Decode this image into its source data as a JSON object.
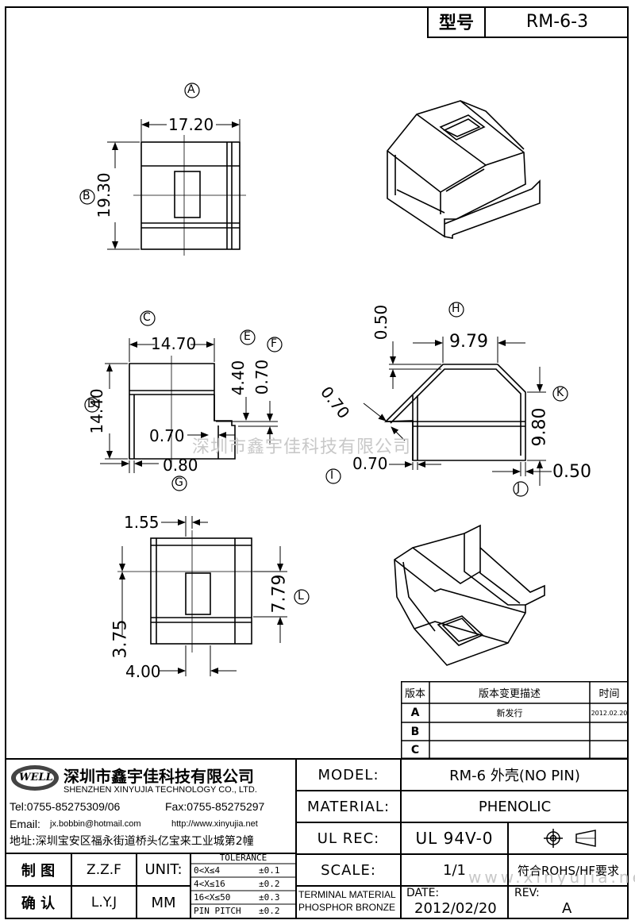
{
  "header": {
    "type_label": "型号",
    "type_value": "RM-6-3"
  },
  "views": {
    "A": "A",
    "B": "B",
    "C": "C",
    "D": "D",
    "E": "E",
    "F": "F",
    "G": "G",
    "H": "H",
    "I": "I",
    "J": "J",
    "K": "K",
    "L": "L"
  },
  "dims": {
    "d1720": "17.20",
    "d1930": "19.30",
    "d1470": "14.70",
    "d1440": "14.40",
    "d440": "4.40",
    "d070a": "0.70",
    "d070b": "0.70",
    "d080": "0.80",
    "d050a": "0.50",
    "d979": "9.79",
    "d070c": "0.70",
    "d980": "9.80",
    "d070d": "0.70",
    "d050b": "0.50",
    "d155": "1.55",
    "d779": "7.79",
    "d375": "3.75",
    "d400": "4.00"
  },
  "watermark": {
    "text1": "深圳市鑫宇佳科技有限公司",
    "text2": "www.xinyujia.net"
  },
  "revision": {
    "headers": [
      "版本",
      "版本变更描述",
      "时间"
    ],
    "rows": [
      {
        "ver": "A",
        "desc": "新发行",
        "date": "2012.02.20"
      },
      {
        "ver": "B",
        "desc": "",
        "date": ""
      },
      {
        "ver": "C",
        "desc": "",
        "date": ""
      }
    ]
  },
  "company": {
    "logo": "WELL",
    "name_cn": "深圳市鑫宇佳科技有限公司",
    "name_en": "SHENZHEN XINYUJIA TECHNOLOGY CO., LTD.",
    "tel": "Tel:0755-85275309/06",
    "fax": "Fax:0755-85275297",
    "email_label": "Email:",
    "email": "jx.bobbin@hotmail.com",
    "web": "http://www.xinyujia.net",
    "address": "地址:深圳宝安区福永街道桥头亿宝来工业城第2幢"
  },
  "title_block": {
    "model_label": "MODEL:",
    "model_value": "RM-6 外壳(NO PIN)",
    "material_label": "MATERIAL:",
    "material_value": "PHENOLIC",
    "ulrec_label": "UL REC:",
    "ulrec_value": "UL 94V-0",
    "scale_label": "SCALE:",
    "scale_value": "1/1",
    "rohs": "符合ROHS/HF要求",
    "terminal1": "TERMINAL MATERIAL",
    "terminal2": "PHOSPHOR BRONZE",
    "date_label": "DATE:",
    "date_value": "2012/02/20",
    "rev_label": "REV:",
    "rev_value": "A"
  },
  "sign_block": {
    "drawn_label": "制 图",
    "drawn_value": "Z.Z.F",
    "checked_label": "确 认",
    "checked_value": "L.Y.J",
    "unit_label": "UNIT:",
    "unit_value": "MM",
    "tolerance_title": "TOLERANCE",
    "tolerance_rows": [
      {
        "range": "0<X≤4",
        "value": "±0.1"
      },
      {
        "range": "4<X≤16",
        "value": "±0.2"
      },
      {
        "range": "16<X≤50",
        "value": "±0.3"
      },
      {
        "range": "PIN PITCH",
        "value": "±0.2"
      }
    ]
  }
}
